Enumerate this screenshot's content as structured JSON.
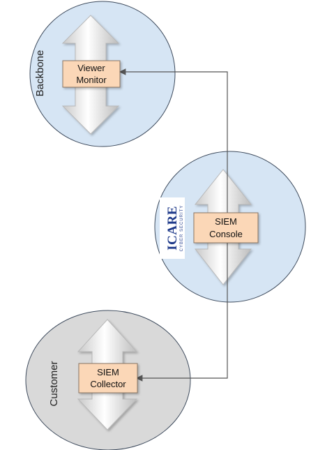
{
  "zones": {
    "backbone": {
      "label": "Backbone",
      "fill": "#d6e5f4"
    },
    "center": {
      "fill": "#d6e5f4"
    },
    "customer": {
      "label": "Customer",
      "fill": "#d9d9d9"
    }
  },
  "nodes": {
    "viewer": {
      "line1": "Viewer",
      "line2": "Monitor"
    },
    "siem_console": {
      "line1": "SIEM",
      "line2": "Console"
    },
    "siem_collector": {
      "line1": "SIEM",
      "line2": "Collector"
    }
  },
  "logo": {
    "main": "ICARE",
    "sub": "CYBER SECURITY"
  },
  "colors": {
    "box_fill": "#fbd7b7",
    "box_stroke": "#8a7564",
    "zone_stroke": "#3d4a5c",
    "connector": "#555555"
  }
}
